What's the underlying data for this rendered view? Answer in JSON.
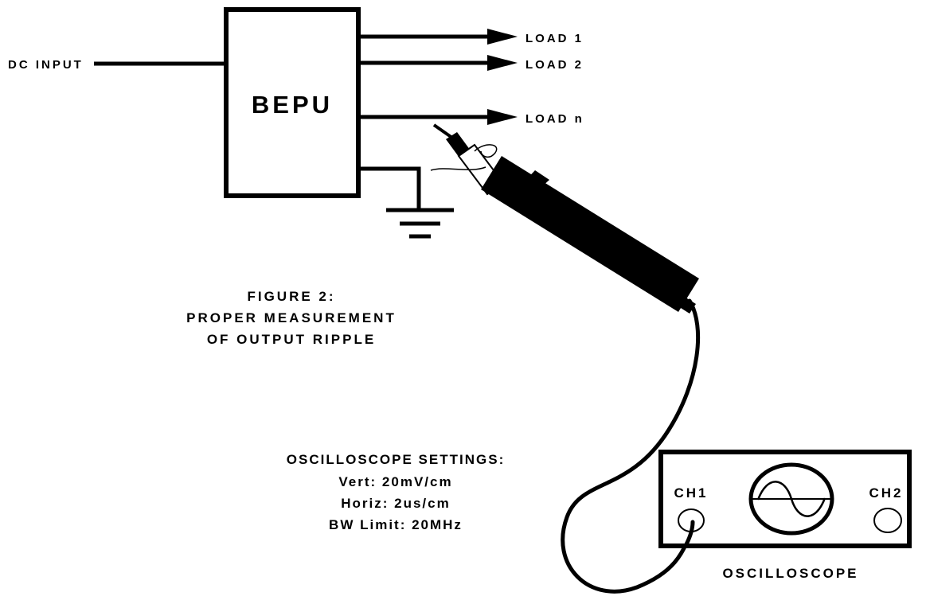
{
  "labels": {
    "dc_input": "DC INPUT",
    "bepu": "BEPU",
    "load_1": "LOAD 1",
    "load_2": "LOAD 2",
    "load_n": "LOAD n",
    "ch1": "CH1",
    "ch2": "CH2",
    "oscilloscope": "OSCILLOSCOPE"
  },
  "caption": {
    "line1": "FIGURE 2:",
    "line2": "PROPER MEASUREMENT",
    "line3": "OF OUTPUT RIPPLE"
  },
  "settings": {
    "heading": "OSCILLOSCOPE SETTINGS:",
    "vert": "Vert:  20mV/cm",
    "horiz": "Horiz:  2us/cm",
    "bw": "BW Limit:  20MHz"
  }
}
